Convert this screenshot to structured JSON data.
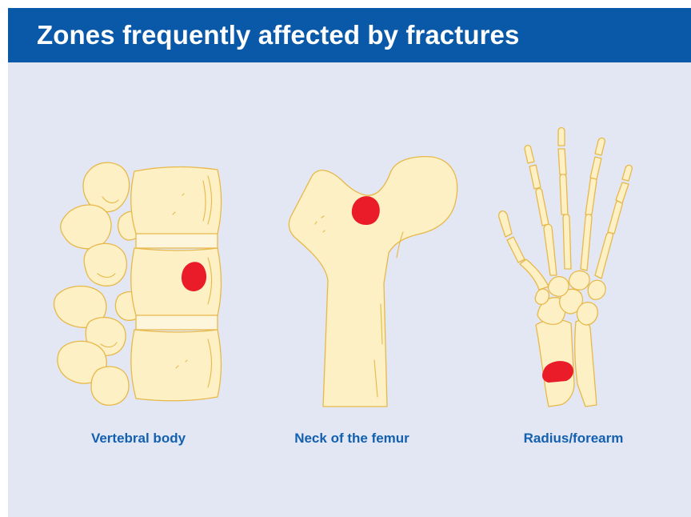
{
  "title": "Zones frequently affected by fractures",
  "colors": {
    "header": "#0a58a8",
    "background": "#e3e7f3",
    "bone_fill": "#fcf0c4",
    "bone_outline": "#e8b848",
    "fracture_marker": "#ea1c2a",
    "caption_text": "#1360b0"
  },
  "zones": [
    {
      "label": "Vertebral body",
      "illustration": "vertebral-column"
    },
    {
      "label": "Neck of the femur",
      "illustration": "femur"
    },
    {
      "label": "Radius/forearm",
      "illustration": "hand-and-forearm"
    }
  ]
}
